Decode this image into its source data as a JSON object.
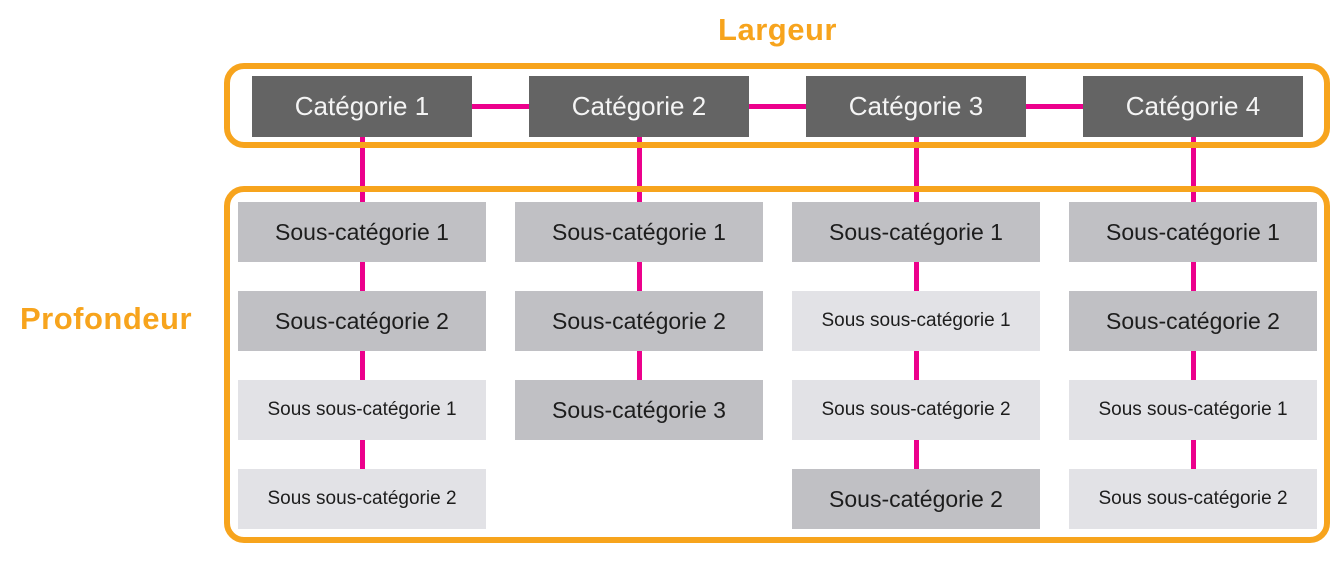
{
  "title": "Largeur",
  "side_label": "Profondeur",
  "colors": {
    "frame_orange": "#F7A41D",
    "connector_pink": "#EC008C",
    "category_box_gray": "#646464",
    "subcategory_box_gray": "#C0C0C4",
    "subsubcategory_box_gray": "#E2E2E6",
    "category_text": "#F4F4F4",
    "sub_text": "#1D1D1D"
  },
  "categories": [
    {
      "label": "Catégorie 1",
      "children": [
        {
          "label": "Sous-catégorie 1",
          "level": "sub"
        },
        {
          "label": "Sous-catégorie 2",
          "level": "sub"
        },
        {
          "label": "Sous sous-catégorie 1",
          "level": "subsub"
        },
        {
          "label": "Sous sous-catégorie 2",
          "level": "subsub"
        }
      ]
    },
    {
      "label": "Catégorie 2",
      "children": [
        {
          "label": "Sous-catégorie 1",
          "level": "sub"
        },
        {
          "label": "Sous-catégorie 2",
          "level": "sub"
        },
        {
          "label": "Sous-catégorie 3",
          "level": "sub"
        }
      ]
    },
    {
      "label": "Catégorie 3",
      "children": [
        {
          "label": "Sous-catégorie 1",
          "level": "sub"
        },
        {
          "label": "Sous sous-catégorie 1",
          "level": "subsub"
        },
        {
          "label": "Sous sous-catégorie 2",
          "level": "subsub"
        },
        {
          "label": "Sous-catégorie 2",
          "level": "sub"
        }
      ]
    },
    {
      "label": "Catégorie 4",
      "children": [
        {
          "label": "Sous-catégorie 1",
          "level": "sub"
        },
        {
          "label": "Sous-catégorie 2",
          "level": "sub"
        },
        {
          "label": "Sous sous-catégorie 1",
          "level": "subsub"
        },
        {
          "label": "Sous sous-catégorie 2",
          "level": "subsub"
        }
      ]
    }
  ]
}
